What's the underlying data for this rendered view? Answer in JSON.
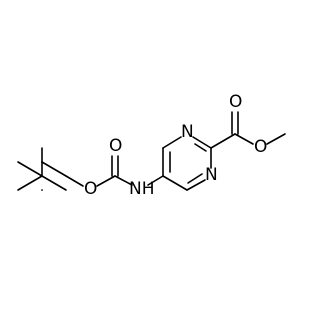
{
  "structure": {
    "atoms": {
      "n_ring_top": "N",
      "n_ring_bottom": "N",
      "o_carbonyl_ester": "O",
      "o_ester": "O",
      "o_carbonyl_boc": "O",
      "o_boc": "O",
      "nh": "NH"
    }
  },
  "colors": {
    "bond": "#000000",
    "text": "#000000",
    "background": "#ffffff"
  }
}
